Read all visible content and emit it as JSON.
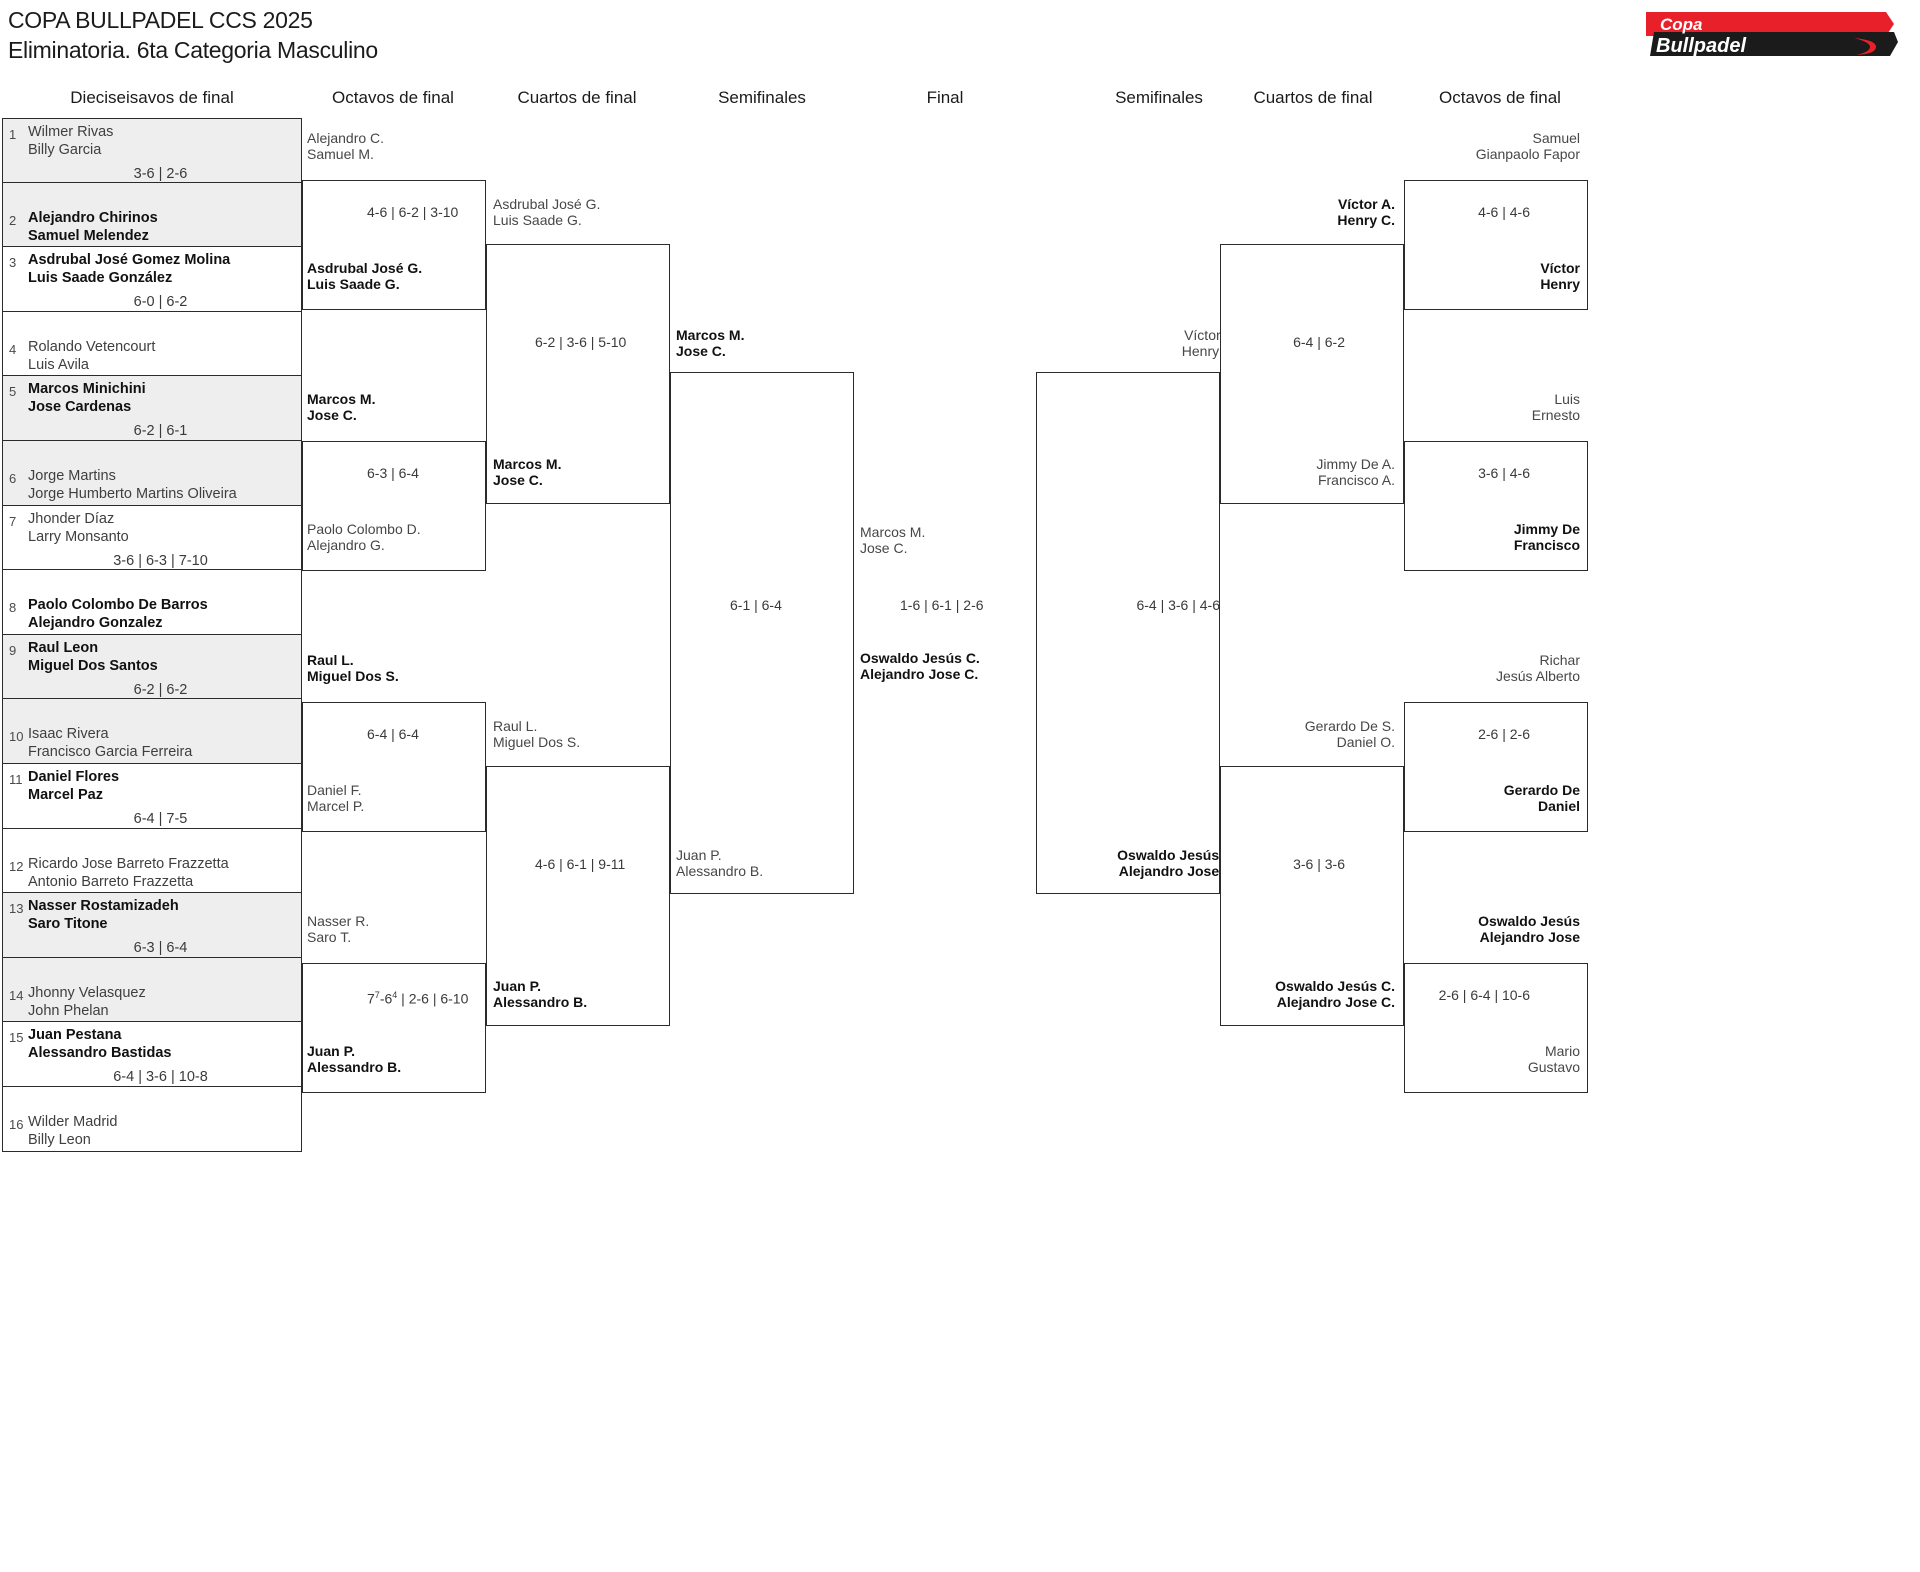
{
  "header": {
    "title_line1": "COPA BULLPADEL CCS 2025",
    "title_line2": "Eliminatoria. 6ta Categoria Masculino",
    "logo_top": "Copa",
    "logo_bottom": "Bullpadel"
  },
  "round_headers": [
    "Dieciseisavos de final",
    "Octavos de final",
    "Cuartos de final",
    "Semifinales",
    "Final",
    "Semifinales",
    "Cuartos de final",
    "Octavos de final"
  ],
  "round1": [
    {
      "num": "1",
      "p1": "Wilmer Rivas",
      "p2": "Billy Garcia",
      "winner": false
    },
    {
      "num": "2",
      "p1": "Alejandro Chirinos",
      "p2": "Samuel Melendez",
      "winner": true
    },
    {
      "num": "3",
      "p1": "Asdrubal José Gomez Molina",
      "p2": "Luis Saade González",
      "winner": true
    },
    {
      "num": "4",
      "p1": "Rolando Vetencourt",
      "p2": "Luis Avila",
      "winner": false
    },
    {
      "num": "5",
      "p1": "Marcos Minichini",
      "p2": "Jose Cardenas",
      "winner": true
    },
    {
      "num": "6",
      "p1": "Jorge Martins",
      "p2": "Jorge Humberto Martins Oliveira",
      "winner": false
    },
    {
      "num": "7",
      "p1": "Jhonder Díaz",
      "p2": "Larry Monsanto",
      "winner": false
    },
    {
      "num": "8",
      "p1": "Paolo Colombo De Barros",
      "p2": "Alejandro Gonzalez",
      "winner": true
    },
    {
      "num": "9",
      "p1": "Raul Leon",
      "p2": "Miguel Dos Santos",
      "winner": true
    },
    {
      "num": "10",
      "p1": "Isaac Rivera",
      "p2": "Francisco Garcia Ferreira",
      "winner": false
    },
    {
      "num": "11",
      "p1": "Daniel Flores",
      "p2": "Marcel Paz",
      "winner": true
    },
    {
      "num": "12",
      "p1": "Ricardo Jose Barreto Frazzetta",
      "p2": "Antonio Barreto Frazzetta",
      "winner": false
    },
    {
      "num": "13",
      "p1": "Nasser Rostamizadeh",
      "p2": "Saro Titone",
      "winner": true
    },
    {
      "num": "14",
      "p1": "Jhonny Velasquez",
      "p2": "John Phelan",
      "winner": false
    },
    {
      "num": "15",
      "p1": "Juan Pestana",
      "p2": "Alessandro Bastidas",
      "winner": true
    },
    {
      "num": "16",
      "p1": "Wilder Madrid",
      "p2": "Billy Leon",
      "winner": false
    }
  ],
  "round1_scores": [
    "3-6 | 2-6",
    "6-0 | 6-2",
    "6-2 | 6-1",
    "3-6 | 6-3 | 7-10",
    "6-2 | 6-2",
    "6-4 | 7-5",
    "6-3 | 6-4",
    "6-4 | 3-6 | 10-8"
  ],
  "left_octavos": [
    {
      "top1": "Alejandro C.",
      "top2": "Samuel M.",
      "top_win": false,
      "score": "4-6 | 6-2 | 3-10",
      "bot1": "Asdrubal José G.",
      "bot2": "Luis Saade G.",
      "bot_win": true
    },
    {
      "top1": "Marcos M.",
      "top2": "Jose C.",
      "top_win": true,
      "score": "6-3 | 6-4",
      "bot1": "Paolo Colombo D.",
      "bot2": "Alejandro G.",
      "bot_win": false
    },
    {
      "top1": "Raul L.",
      "top2": "Miguel Dos S.",
      "top_win": true,
      "score": "6-4 | 6-4",
      "bot1": "Daniel F.",
      "bot2": "Marcel P.",
      "bot_win": false
    },
    {
      "top1": "Nasser R.",
      "top2": "Saro T.",
      "top_win": false,
      "score": "7⁷-6⁴ | 2-6 | 6-10",
      "bot1": "Juan P.",
      "bot2": "Alessandro B.",
      "bot_win": true
    }
  ],
  "left_cuartos": [
    {
      "top1": "Asdrubal José G.",
      "top2": "Luis Saade G.",
      "top_win": false,
      "score": "6-2 | 3-6 | 5-10",
      "bot1": "Marcos M.",
      "bot2": "Jose C.",
      "bot_win": true
    },
    {
      "top1": "Raul L.",
      "top2": "Miguel Dos S.",
      "top_win": false,
      "score": "4-6 | 6-1 | 9-11",
      "bot1": "Juan P.",
      "bot2": "Alessandro B.",
      "bot_win": true
    }
  ],
  "left_semi": {
    "top1": "Marcos M.",
    "top2": "Jose C.",
    "top_win": true,
    "score": "6-1 | 6-4",
    "bot1": "Juan P.",
    "bot2": "Alessandro B.",
    "bot_win": false
  },
  "final": {
    "top1": "Marcos M.",
    "top2": "Jose C.",
    "top_win": false,
    "score": "1-6 | 6-1 | 2-6",
    "bot1": "Oswaldo Jesús C.",
    "bot2": "Alejandro Jose C.",
    "bot_win": true
  },
  "right_semi": {
    "top1": "Víctor A.",
    "top2": "Henry C.",
    "top_win": false,
    "score": "6-4 | 3-6 | 4-6",
    "bot1": "Oswaldo Jesús C.",
    "bot2": "Alejandro Jose C.",
    "bot_win": true
  },
  "right_cuartos": [
    {
      "top1": "Víctor A.",
      "top2": "Henry C.",
      "top_win": true,
      "score": "6-4 | 6-2",
      "bot1": "Jimmy De A.",
      "bot2": "Francisco A.",
      "bot_win": false
    },
    {
      "top1": "Gerardo De S.",
      "top2": "Daniel O.",
      "top_win": false,
      "score": "3-6 | 3-6",
      "bot1": "Oswaldo Jesús C.",
      "bot2": "Alejandro Jose C.",
      "bot_win": true
    }
  ],
  "right_octavos": [
    {
      "top1": "Samuel ",
      "top2": "Gianpaolo Fapor",
      "top_win": false,
      "score": "4-6 | 4-6",
      "bot1": "Víctor",
      "bot2": "Henry",
      "bot_win": true
    },
    {
      "top1": "Luis ",
      "top2": "Ernesto",
      "top_win": false,
      "score": "3-6 | 4-6",
      "bot1": "Jimmy De",
      "bot2": "Francisco",
      "bot_win": true
    },
    {
      "top1": "Richar",
      "top2": "Jesús Alberto",
      "top_win": false,
      "score": "2-6 | 2-6",
      "bot1": "Gerardo De",
      "bot2": "Daniel",
      "bot_win": true
    },
    {
      "top1": "Oswaldo Jesús",
      "top2": "Alejandro Jose",
      "top_win": true,
      "score": "2-6 | 6-4 | 10-6",
      "bot1": "Mario",
      "bot2": "Gustavo",
      "bot_win": false
    }
  ]
}
